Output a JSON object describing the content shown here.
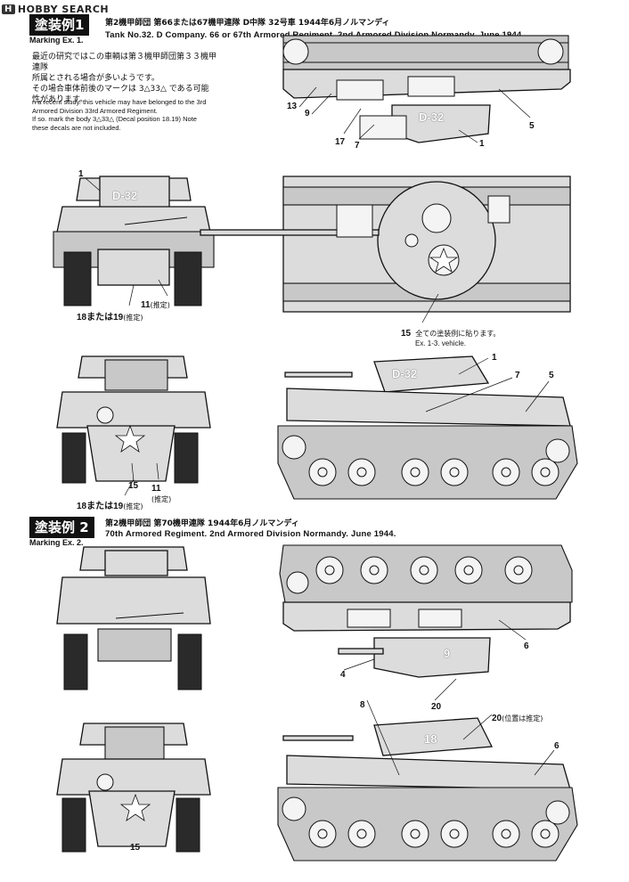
{
  "logo": {
    "badge": "H",
    "text": "HOBBY SEARCH"
  },
  "ex1": {
    "badge": "塗装例1",
    "sub": "Marking Ex. 1.",
    "header_jp": "第2機甲師団 第66または67機甲連隊 D中隊 32号車 1944年6月ノルマンディ",
    "header_en": "Tank No.32. D Company. 66 or 67th Armored Regiment. 2nd Armored Division Normandy. June 1944.",
    "note_jp": [
      "最近の研究ではこの車輌は第３機甲師団第３３機甲連隊",
      "所属とされる場合が多いようです。",
      "その場合車体前後のマークは 3△33△ である可能",
      "性があります。"
    ],
    "note_en": [
      "n a recent study. this vehicle may have belonged to the 3rd",
      "Armored Division 33rd Armored Regiment.",
      "If so. mark the body 3△33△ (Decal position 18.19) Note",
      "these decals are not included."
    ],
    "callouts": {
      "c13": "13",
      "c9": "9",
      "c17": "17",
      "c7a": "7",
      "c1a": "1",
      "c5a": "5",
      "c1b": "1",
      "c11a": "11",
      "c11a_s": "(推定)",
      "c18a": "18または19",
      "c18a_s": "(推定)",
      "c15note_num": "15",
      "c15note_jp": "全ての塗装例に貼ります。",
      "c15note_en": "Ex. 1-3. vehicle.",
      "c1c": "1",
      "c7b": "7",
      "c5b": "5",
      "c15b": "15",
      "c11b": "11",
      "c11b_s": "(推定)",
      "c18b": "18または19",
      "c18b_s": "(推定)"
    },
    "markings": {
      "turret": "D-32",
      "hull_side": "D-32",
      "plate": "D-32"
    }
  },
  "ex2": {
    "badge": "塗装例 2",
    "sub": "Marking Ex. 2.",
    "header_jp": "第2機甲師団 第70機甲連隊 1944年6月ノルマンディ",
    "header_en": "70th Armored Regiment. 2nd Armored Division Normandy. June 1944.",
    "callouts": {
      "c6a": "6",
      "c4": "4",
      "c8": "8",
      "c20a": "20",
      "c20b": "20",
      "c20b_s": "(位置は推定)",
      "c6b": "6",
      "c15": "15"
    },
    "markings": {
      "turret": "9",
      "side": "18"
    }
  },
  "icons": [
    "white-star-icon"
  ]
}
